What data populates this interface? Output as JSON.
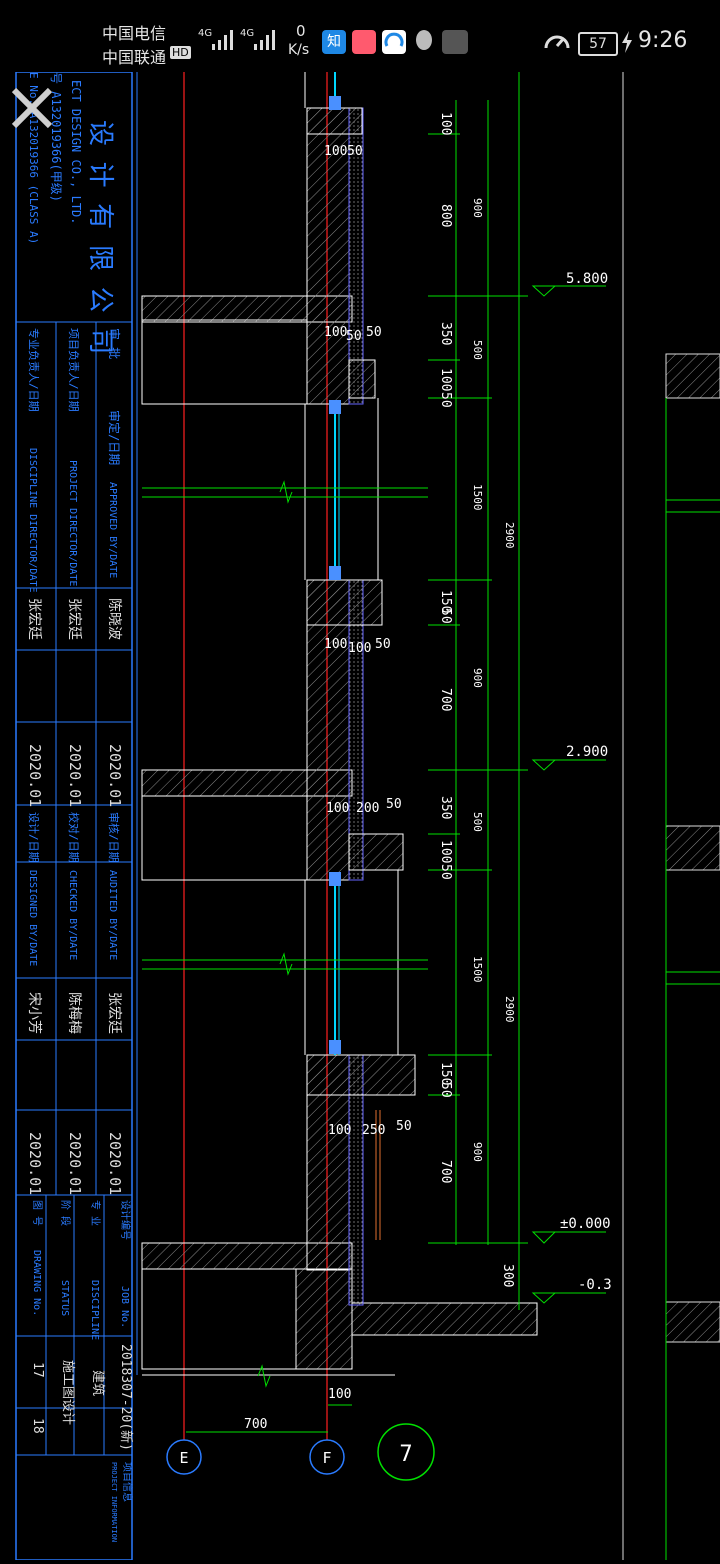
{
  "status_bar": {
    "carrier_1": "中国电信",
    "carrier_2": "中国联通",
    "hd_badge": "HD",
    "net_1": "4G",
    "net_2": "4G",
    "net_speed_value": "0",
    "net_speed_unit": "K/s",
    "battery": "57",
    "time": "9:26",
    "app_icons": [
      "zhihu-icon",
      "weibo-icon",
      "browser-icon",
      "qq-icon",
      "huawei-icon"
    ]
  },
  "viewer": {
    "close_icon": "close-x-icon"
  },
  "title_block": {
    "company_en": "ECT DESIGN CO., LTD.",
    "cert_no": "号 A132019366(甲级)",
    "cert_no_2": "E No. A132019366 (CLASS A)",
    "company_cn": "设 计 有 限 公 司",
    "rows": [
      {
        "cn": "审 批",
        "cn_date": "审定/日期",
        "en": "APPROVED BY/DATE",
        "name": "陈晓波",
        "date": "2020.01"
      },
      {
        "cn": "项目负责人/日期",
        "en": "PROJECT DIRECTOR/DATE",
        "name": "张宏廷",
        "date": "2020.01"
      },
      {
        "cn": "专业负责人/日期",
        "en": "DISCIPLINE DIRECTOR/DATE",
        "name": "张宏廷",
        "date": "2020.01"
      }
    ],
    "rows_2": [
      {
        "cn": "审核/日期",
        "en": "AUDITED BY/DATE",
        "name": "张宏廷",
        "date": "2020.01"
      },
      {
        "cn": "校对/日期",
        "en": "CHECKED BY/DATE",
        "name": "陈梅梅",
        "date": "2020.01"
      },
      {
        "cn": "设计/日期",
        "en": "DESIGNED BY/DATE",
        "name": "宋小芳",
        "date": "2020.01"
      }
    ],
    "job_label_cn": "设计编号",
    "job_label_en": "JOB No.",
    "job_value": "2018307-20(新)",
    "discipline_label_cn": "专 业",
    "discipline_label_en": "DISCIPLINE",
    "discipline_value": "建筑",
    "status_label_cn": "阶 段",
    "status_label_en": "STATUS",
    "status_value": "施工图设计",
    "drawing_label_cn": "图 号",
    "drawing_label_en": "DRAWING No.",
    "drawing_value_1": "17",
    "drawing_value_2": "18",
    "project_info_cn": "项目信息",
    "project_info_en": "PROJECT INFORMATION"
  },
  "drawing": {
    "elevations": [
      "5.800",
      "2.900",
      "±0.000",
      "-0.3"
    ],
    "dims_segment_top": [
      "100",
      "800",
      "350",
      "50",
      "100"
    ],
    "dims_segment_mid": [
      "1500",
      "50",
      "150",
      "700",
      "350",
      "50",
      "100"
    ],
    "dims_segment_bot": [
      "1500",
      "50",
      "150",
      "700",
      "300"
    ],
    "dims_inner": [
      "900",
      "500",
      "2900",
      "900",
      "500",
      "2900",
      "900"
    ],
    "ledge_dims_1": [
      "100",
      "50"
    ],
    "ledge_dims_2": [
      "100",
      "50",
      "50"
    ],
    "ledge_dims_3": [
      "100",
      "100",
      "50"
    ],
    "ledge_dims_4": [
      "100",
      "200",
      "50"
    ],
    "ledge_dims_5": [
      "100",
      "250",
      "50"
    ],
    "bottom_dims": [
      "100",
      "700"
    ],
    "axis_labels": [
      "E",
      "F"
    ],
    "detail_number": "7",
    "colors": {
      "dim": "#00e000",
      "wall": "#ffffff",
      "axis": "#ff2020",
      "text": "#ffffff",
      "glass": "#00d8ff",
      "title_blue": "#2a7bff",
      "hatch": "#9a9a9a"
    }
  }
}
